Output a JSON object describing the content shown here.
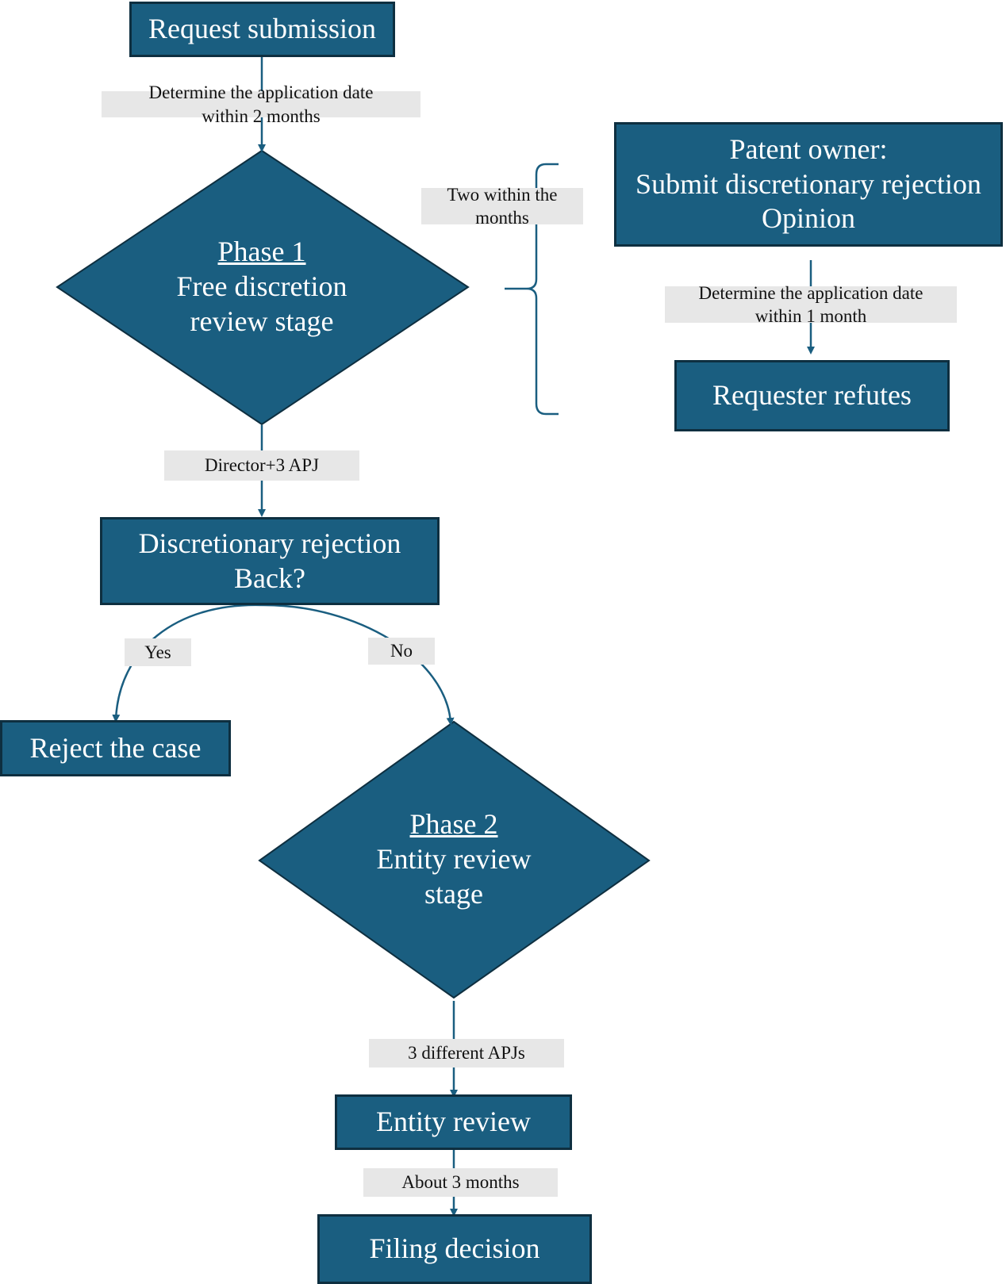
{
  "colors": {
    "node_fill": "#1a5e80",
    "node_border": "#0e2f40",
    "connector": "#1a5e80",
    "label_bg": "#e7e7e7"
  },
  "nodes": {
    "request_submission": "Request submission",
    "phase1": {
      "title": "Phase 1",
      "line1": "Free discretion",
      "line2": "review stage"
    },
    "patent_owner": {
      "line1": "Patent owner:",
      "line2": "Submit discretionary rejection",
      "line3": "Opinion"
    },
    "requester_refutes": "Requester refutes",
    "discretionary_rejection": {
      "line1": "Discretionary rejection",
      "line2": "Back?"
    },
    "reject_case": "Reject the case",
    "phase2": {
      "title": "Phase 2",
      "line1": "Entity review",
      "line2": "stage"
    },
    "entity_review": "Entity review",
    "filing_decision": "Filing decision"
  },
  "labels": {
    "determine_2_months": {
      "line1": "Determine the application date",
      "line2": "within 2 months"
    },
    "two_months": {
      "line1": "Two within the",
      "line2": "months"
    },
    "determine_1_month": {
      "line1": "Determine the application date",
      "line2": "within 1 month"
    },
    "director_apj": "Director+3 APJ",
    "yes": "Yes",
    "no": "No",
    "three_apjs": "3 different APJs",
    "about_3_months": "About 3 months"
  }
}
